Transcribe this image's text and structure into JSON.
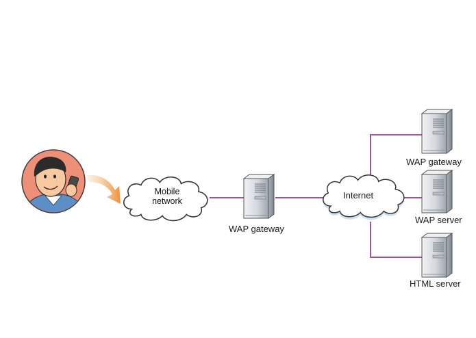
{
  "diagram": {
    "colors": {
      "link": "#a0559a",
      "user_bg": "#ee8f78",
      "cloud_fill": "#ffffff",
      "cloud_glow": "#f4c9a0",
      "cloud_glow_blue": "#c9dcef",
      "server_body": "#d9dde2",
      "server_dark": "#9aa1a9"
    },
    "nodes": {
      "user": {
        "icon": "person-with-phone-icon"
      },
      "mobile_network": {
        "label_line1": "Mobile",
        "label_line2": "network",
        "icon": "cloud-icon"
      },
      "wap_gateway_main": {
        "label": "WAP gateway",
        "icon": "server-tower-icon"
      },
      "internet": {
        "label": "Internet",
        "icon": "cloud-icon"
      },
      "wap_gateway_right": {
        "label": "WAP gateway",
        "icon": "server-tower-icon"
      },
      "wap_server": {
        "label": "WAP server",
        "icon": "server-tower-icon"
      },
      "html_server": {
        "label": "HTML server",
        "icon": "server-tower-icon"
      }
    }
  }
}
